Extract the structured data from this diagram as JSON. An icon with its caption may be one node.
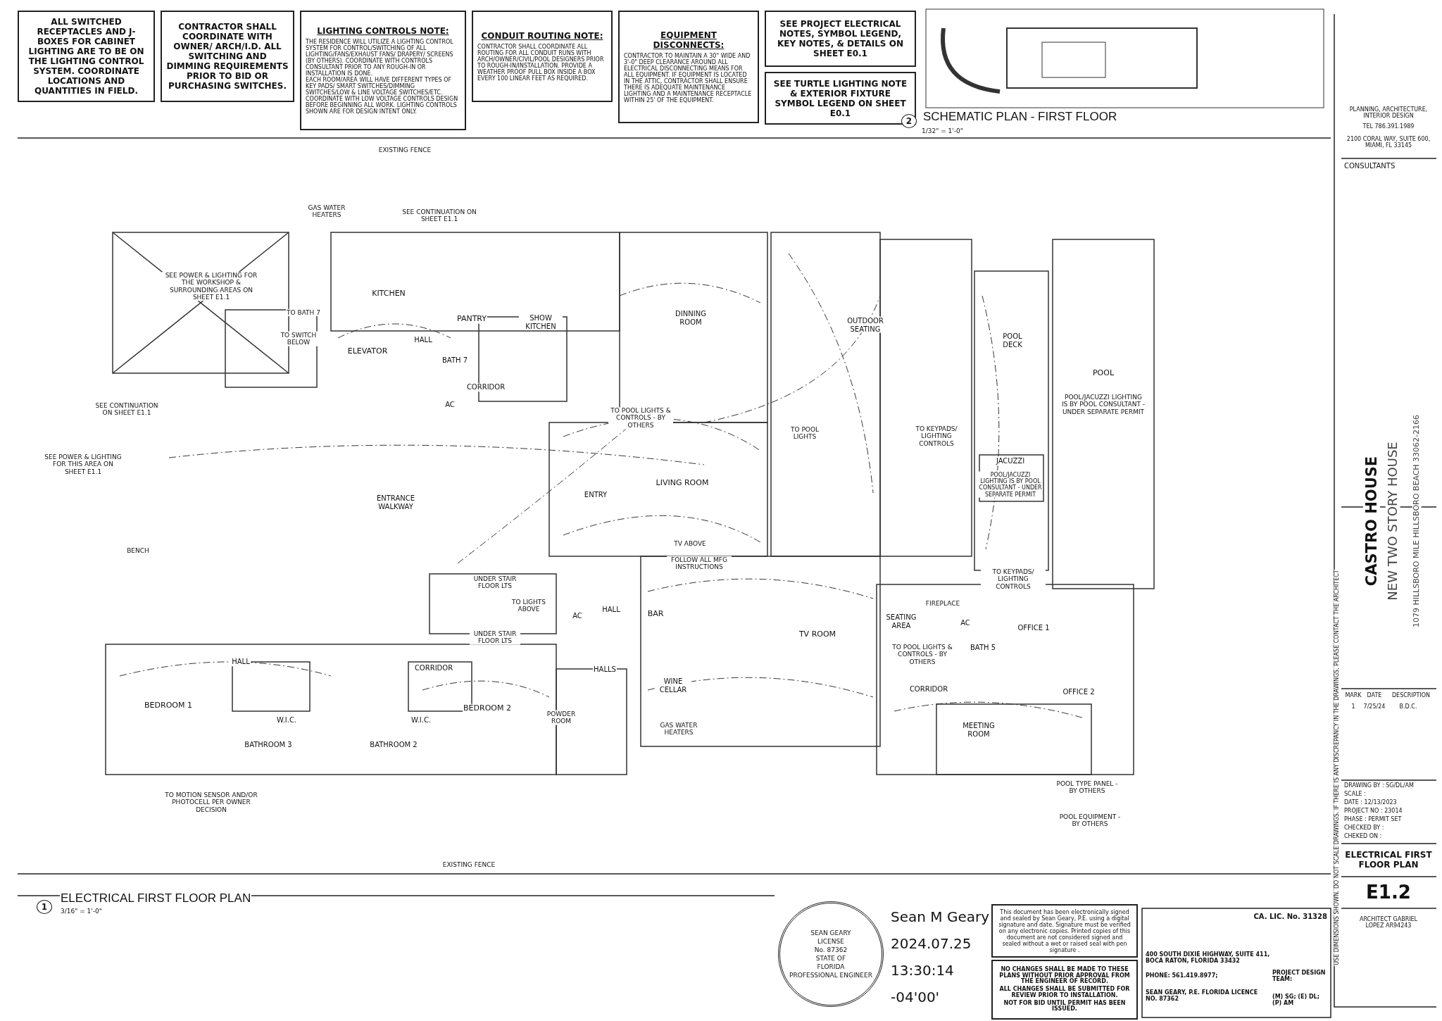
{
  "diagram": {
    "title": "ELECTRICAL FIRST FLOOR PLAN",
    "nodes": [
      {
        "text": [
          "ALL SWITCHED RECEPTACLES AND J-BOXES FOR CABINET LIGHTING ARE TO BE ON THE LIGHTING CONTROL SYSTEM. COORDINATE LOCATIONS AND QUANTITIES IN FIELD."
        ]
      },
      {
        "text": [
          "CONTRACTOR SHALL COORDINATE WITH OWNER/ ARCH/I.D. ALL SWITCHING AND DIMMING REQUIREMENTS PRIOR TO BID OR PURCHASING SWITCHES."
        ]
      },
      {
        "text": [
          "LIGHTING CONTROLS NOTE:",
          "THE RESIDENCE WILL UTILIZE A LIGHTING CONTROL SYSTEM FOR CONTROL/SWITCHING OF ALL LIGHTING/FANS/EXHAUST FANS/ DRAPERY/ SCREENS (BY OTHERS). COORDINATE WITH CONTROLS CONSULTANT PRIOR TO ANY ROUGH-IN OR INSTALLATION IS DONE.",
          "EACH ROOM/AREA WILL HAVE DIFFERENT TYPES OF KEY PADS/ SMART SWITCHES/DIMMING SWITCHES/LOW & LINE VOLTAGE SWITCHES/ETC. COORDINATE WITH LOW VOLTAGE CONTROLS DESIGN BEFORE BEGINNING ALL WORK. LIGHTING CONTROLS SHOWN ARE FOR DESIGN INTENT ONLY."
        ]
      },
      {
        "text": [
          "CONDUIT ROUTING NOTE:",
          "CONTRACTOR SHALL COORDINATE ALL ROUTING FOR ALL CONDUIT RUNS WITH ARCH/OWNER/CIVIL/POOL DESIGNERS PRIOR TO ROUGH-IN/INSTALLATION. PROVIDE A WEATHER PROOF PULL BOX INSIDE A BOX EVERY 100 LINEAR FEET AS REQUIRED."
        ]
      },
      {
        "text": [
          "EQUIPMENT DISCONNECTS:",
          "CONTRACTOR TO MAINTAIN A 30\" WIDE AND 3'-0\" DEEP CLEARANCE AROUND ALL ELECTRICAL DISCONNECTING MEANS FOR ALL EQUIPMENT. IF EQUIPMENT IS LOCATED IN THE ATTIC, CONTRACTOR SHALL ENSURE THERE IS ADEQUATE MAINTENANCE LIGHTING AND A MAINTENANCE RECEPTACLE WITHIN 25' OF THE EQUIPMENT."
        ]
      },
      {
        "text": [
          "SEE PROJECT ELECTRICAL NOTES, SYMBOL LEGEND, KEY NOTES, & DETAILS ON SHEET E0.1"
        ]
      },
      {
        "text": [
          "SEE TURTLE LIGHTING NOTE & EXTERIOR FIXTURE SYMBOL LEGEND ON SHEET E0.1"
        ]
      },
      {
        "text": [
          "SEAN GEARY",
          "LICENSE",
          "No. 87362",
          "STATE OF",
          "FLORIDA",
          "PROFESSIONAL ENGINEER"
        ]
      },
      {
        "text": [
          "This document has been electronically signed and sealed by Sean Geary, P.E. using a digital signature and date. Signature must be verified on any electronic copies. Printed copies of this document are not considered signed and sealed without a wet or raised seal with pen signature ."
        ]
      },
      {
        "text": [
          "NO CHANGES SHALL BE MADE TO THESE PLANS WITHOUT PRIOR APPROVAL FROM THE ENGINEER OF RECORD.",
          "ALL CHANGES SHALL BE SUBMITTED FOR REVIEW PRIOR TO INSTALLATION.",
          "NOT FOR BID UNTIL PERMIT HAS BEEN ISSUED."
        ]
      }
    ],
    "labels": [
      "2",
      "SCHEMATIC PLAN - FIRST FLOOR",
      "1/32\" = 1'-0\"",
      "EXISTING FENCE",
      "GAS WATER HEATERS",
      "SEE CONTINUATION ON SHEET E1.1",
      "TO BATH 7",
      "KITCHEN",
      "SEE POWER & LIGHTING FOR THE WORKSHOP & SURROUNDING AREAS ON SHEET E1.1",
      "PANTRY",
      "SHOW KITCHEN",
      "DINNING ROOM",
      "OUTDOOR SEATING",
      "POOL DECK",
      "POOL",
      "POOL/JACUZZI LIGHTING IS BY POOL CONSULTANT - UNDER SEPARATE PERMIT",
      "TO SWITCH BELOW",
      "ELEVATOR",
      "HALL",
      "BATH 7",
      "CORRIDOR",
      "SEE CONTINUATION ON SHEET E1.1",
      "AC",
      "TO POOL LIGHTS & CONTROLS - BY OTHERS",
      "TO POOL LIGHTS",
      "TO KEYPADS/ LIGHTING CONTROLS",
      "SEE POWER & LIGHTING FOR THIS AREA ON SHEET E1.1",
      "JACUZZI",
      "POOL/JACUZZI LIGHTING IS BY POOL CONSULTANT - UNDER SEPARATE PERMIT",
      "LIVING ROOM",
      "ENTRY",
      "ENTRANCE WALKWAY",
      "TV ABOVE",
      "BENCH",
      "FOLLOW ALL MFG INSTRUCTIONS",
      "TO KEYPADS/ LIGHTING CONTROLS",
      "UNDER STAIR FLOOR LTS",
      "TO LIGHTS ABOVE",
      "AC",
      "HALL",
      "BAR",
      "FIREPLACE",
      "SEATING AREA",
      "AC",
      "OFFICE 1",
      "UNDER STAIR FLOOR LTS",
      "TV ROOM",
      "TO POOL LIGHTS & CONTROLS - BY OTHERS",
      "BATH 5",
      "HALL",
      "CORRIDOR",
      "HALLS",
      "WINE CELLAR",
      "CORRIDOR",
      "OFFICE 2",
      "BEDROOM 1",
      "BEDROOM 2",
      "POWDER ROOM",
      "W.I.C.",
      "W.I.C.",
      "GAS WATER HEATERS",
      "MEETING ROOM",
      "BATHROOM 3",
      "BATHROOM 2",
      "POOL TYPE PANEL - BY OTHERS",
      "TO MOTION SENSOR AND/OR PHOTOCELL PER OWNER DECISION",
      "POOL EQUIPMENT - BY OTHERS",
      "EXISTING FENCE",
      "1",
      "3/16\" = 1'-0\"",
      "Sean M Geary",
      "2024.07.25",
      "13:30:14",
      "-04'00'",
      "CA. LIC. No. 31328",
      "400 SOUTH DIXIE HIGHWAY, SUITE 411, BOCA RATON, FLORIDA 33432",
      "PHONE: 561.419.8977;",
      "SEAN GEARY, P.E. FLORIDA LICENCE NO. 87362",
      "PROJECT DESIGN TEAM:",
      "(M) SG; (E) DL; (P) AM",
      "PLANNING, ARCHITECTURE, INTERIOR DESIGN",
      "TEL 786.391.1989",
      "2100 CORAL WAY, SUITE 600, MIAMI, FL 33145",
      "CONSULTANTS",
      "CASTRO HOUSE",
      "NEW TWO STORY HOUSE",
      "1079 HILLSBORO MILE HILLSBORO BEACH 33062-2166",
      "MARK",
      "DATE",
      "DESCRIPTION",
      "1",
      "7/25/24",
      "B.D.C.",
      "DRAWING BY : SG/DL/AM",
      "SCALE :",
      "DATE : 12/13/2023",
      "PROJECT NO : 23014",
      "PHASE : PERMIT SET",
      "CHECKED BY :",
      "CHEKED ON :",
      "ELECTRICAL FIRST FLOOR PLAN",
      "E1.2",
      "ARCHITECT GABRIEL LOPEZ AR94243",
      "USE DIMENSIONS SHOWN. DO NOT SCALE DRAWINGS. IF THERE IS ANY DISCREPANCY IN THE DRAWINGS, PLEASE CONTACT THE ARCHITECT"
    ]
  }
}
